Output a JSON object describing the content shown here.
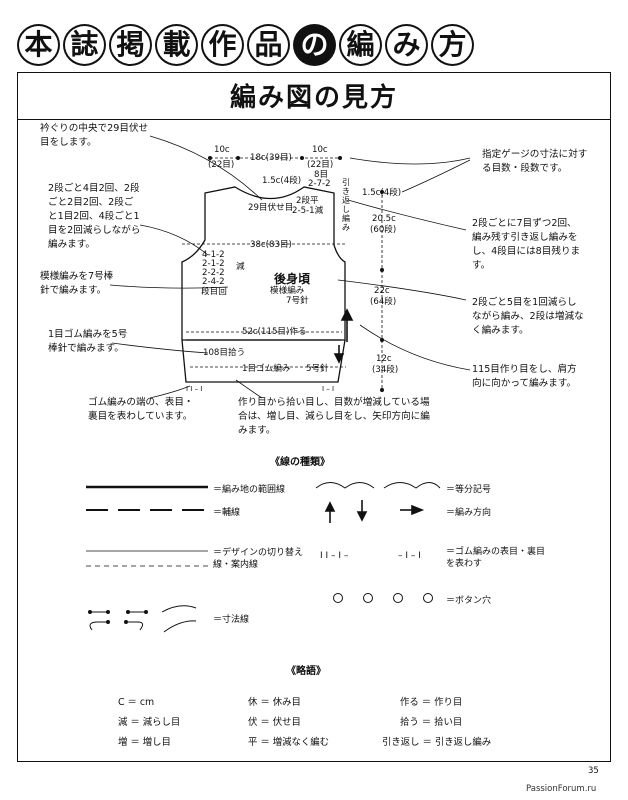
{
  "header": {
    "chars": [
      "本",
      "誌",
      "掲",
      "載",
      "作",
      "品",
      "の",
      "編",
      "み",
      "方"
    ],
    "dark_index": 6
  },
  "subtitle": "編み図の見方",
  "notes": {
    "n1": "衿ぐりの中央で29目伏せ目をします。",
    "n2": "2段ごと4目2回、2段ごと2目2回、2段ごと1目2回、4段ごと1目を2回減らしながら編みます。",
    "n3": "模様編みを7号棒針で編みます。",
    "n4": "1目ゴム編みを5号棒針で編みます。",
    "n5": "ゴム編みの端の、表目・裏目を表わしています。",
    "n6": "作り目から拾い目し、目数が増減している場合は、増し目、減らし目をし、矢印方向に編みます。",
    "n7": "指定ゲージの寸法に対する目数・段数です。",
    "n8": "2段ごとに7目ずつ2回、編み残す引き返し編みをし、4段目には8目残ります。",
    "n9": "2段ごと5目を1回減らしながら編み、2段は増減なく編みます。",
    "n10": "115目作り目をし、肩方向に向かって編みます。"
  },
  "diagram": {
    "d_left_top": "10c",
    "d_left_top2": "(22目)",
    "d_mid_top": "18c(39目)",
    "d_right_top": "10c",
    "d_right_top2": "(22目)",
    "d_shoulder": "1.5c(4段)",
    "d_8me": "8目",
    "d_shoulder_r": "1.5c(4段)",
    "d_neck_bo": "29目伏せ目",
    "d_short1": "2-7-2",
    "d_short2": "2段平",
    "d_short3": "2-5-1減",
    "d_hikikaeshi": "引き返し編み",
    "d_205": "20.5c",
    "d_60": "(60段)",
    "d_38": "38c(83目)",
    "d_dec1": "4-1-2",
    "d_dec2": "2-1-2",
    "d_dec3": "2-2-2",
    "d_dec4": "2-4-2",
    "d_dec_lbl": "段目回",
    "d_gen": "減",
    "d_piece": "後身頃",
    "d_pattern": "模様編み",
    "d_needle7": "7号針",
    "d_22": "22c",
    "d_64": "(64段)",
    "d_52": "52c(115目)作る",
    "d_108": "108目拾う",
    "d_rib": "1目ゴム編み",
    "d_needle5": "5号針",
    "d_12": "12c",
    "d_34": "(34段)",
    "d_rib_left": "I I – I",
    "d_rib_right": "I – I"
  },
  "line_types": {
    "title": "《線の種類》",
    "knit_range": "＝編み地の範囲線",
    "guide": "＝輔線",
    "design": "＝デザインの切り替え線・案内線",
    "dimension": "＝寸法線",
    "equal_div": "＝等分記号",
    "direction": "＝編み方向",
    "rib_mark1": "I I – I –",
    "rib_mark2": "– I – I",
    "rib_desc": "＝ゴム編みの表目・裏目を表わす",
    "button": "＝ボタン穴"
  },
  "abbrev": {
    "title": "《略語》",
    "col1": [
      "C ＝ cm",
      "減 ＝ 減らし目",
      "増 ＝ 増し目"
    ],
    "col2": [
      "休 ＝ 休み目",
      "伏 ＝ 伏せ目",
      "平 ＝ 増減なく編む"
    ],
    "col3": [
      "作る ＝ 作り目",
      "拾う ＝ 拾い目",
      "引き返し ＝ 引き返し編み"
    ]
  },
  "page_number": "35",
  "watermark": "PassionForum.ru"
}
